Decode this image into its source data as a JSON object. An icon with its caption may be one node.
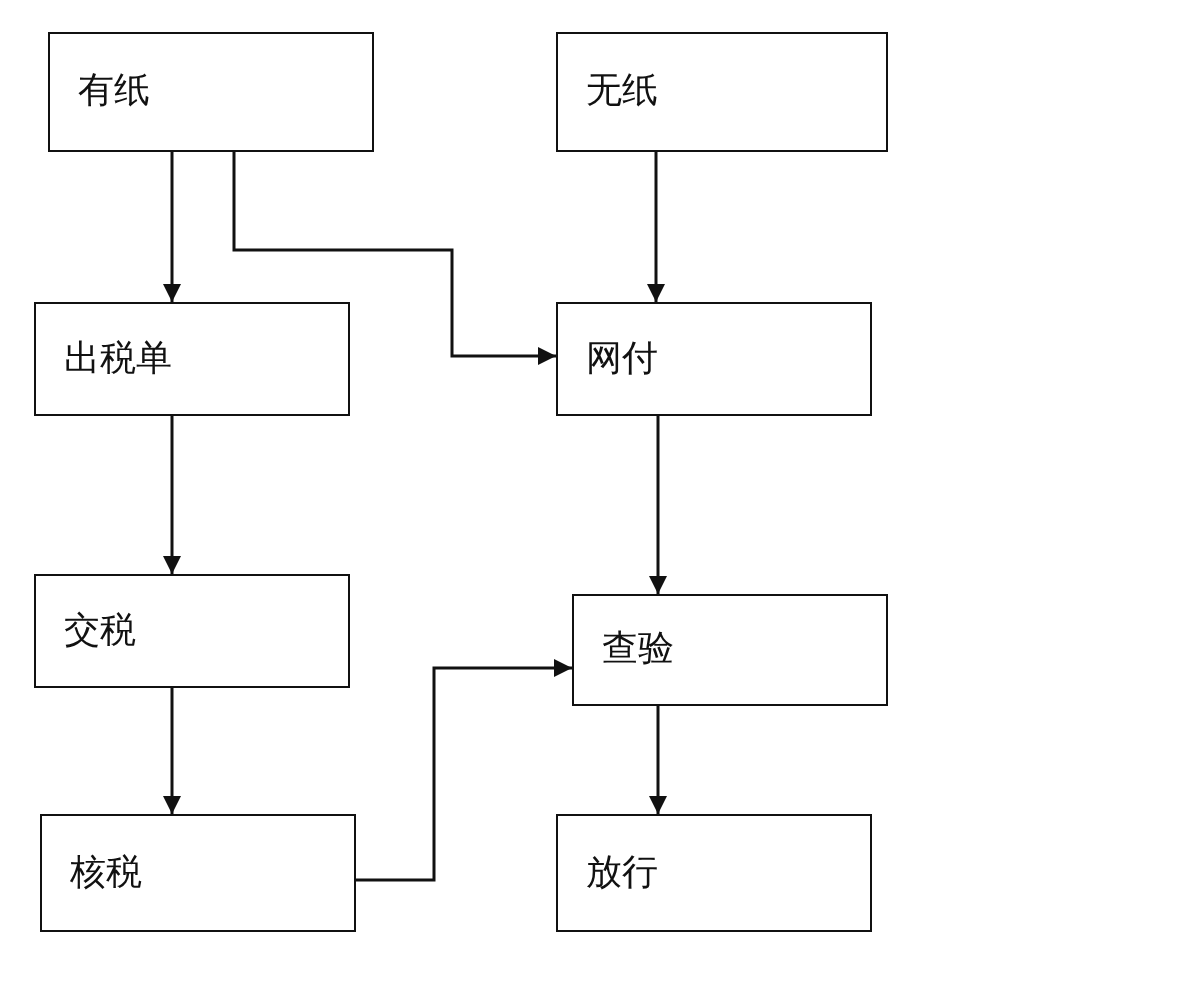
{
  "diagram": {
    "nodes": [
      {
        "text": [
          "有纸"
        ]
      },
      {
        "text": [
          "无纸"
        ]
      },
      {
        "text": [
          "出税单"
        ]
      },
      {
        "text": [
          "网付"
        ]
      },
      {
        "text": [
          "交税"
        ]
      },
      {
        "text": [
          "查验"
        ]
      },
      {
        "text": [
          "核税"
        ]
      },
      {
        "text": [
          "放行"
        ]
      }
    ],
    "edges": [
      {
        "from": 0,
        "to": 2,
        "arrow": "to"
      },
      {
        "from": 0,
        "to": 3,
        "arrow": "to"
      },
      {
        "from": 1,
        "to": 3,
        "arrow": "to"
      },
      {
        "from": 2,
        "to": 4,
        "arrow": "to"
      },
      {
        "from": 3,
        "to": 5,
        "arrow": "to"
      },
      {
        "from": 4,
        "to": 6,
        "arrow": "to"
      },
      {
        "from": 6,
        "to": 5,
        "arrow": "to"
      },
      {
        "from": 5,
        "to": 7,
        "arrow": "to"
      }
    ]
  }
}
